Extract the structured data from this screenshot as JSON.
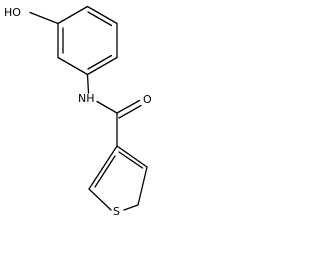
{
  "molecule": {
    "atom_labels": {
      "hydroxyl": "HO",
      "amide_nitrogen": "NH",
      "carbonyl_oxygen": "O",
      "thiophene_sulfur": "S"
    }
  }
}
